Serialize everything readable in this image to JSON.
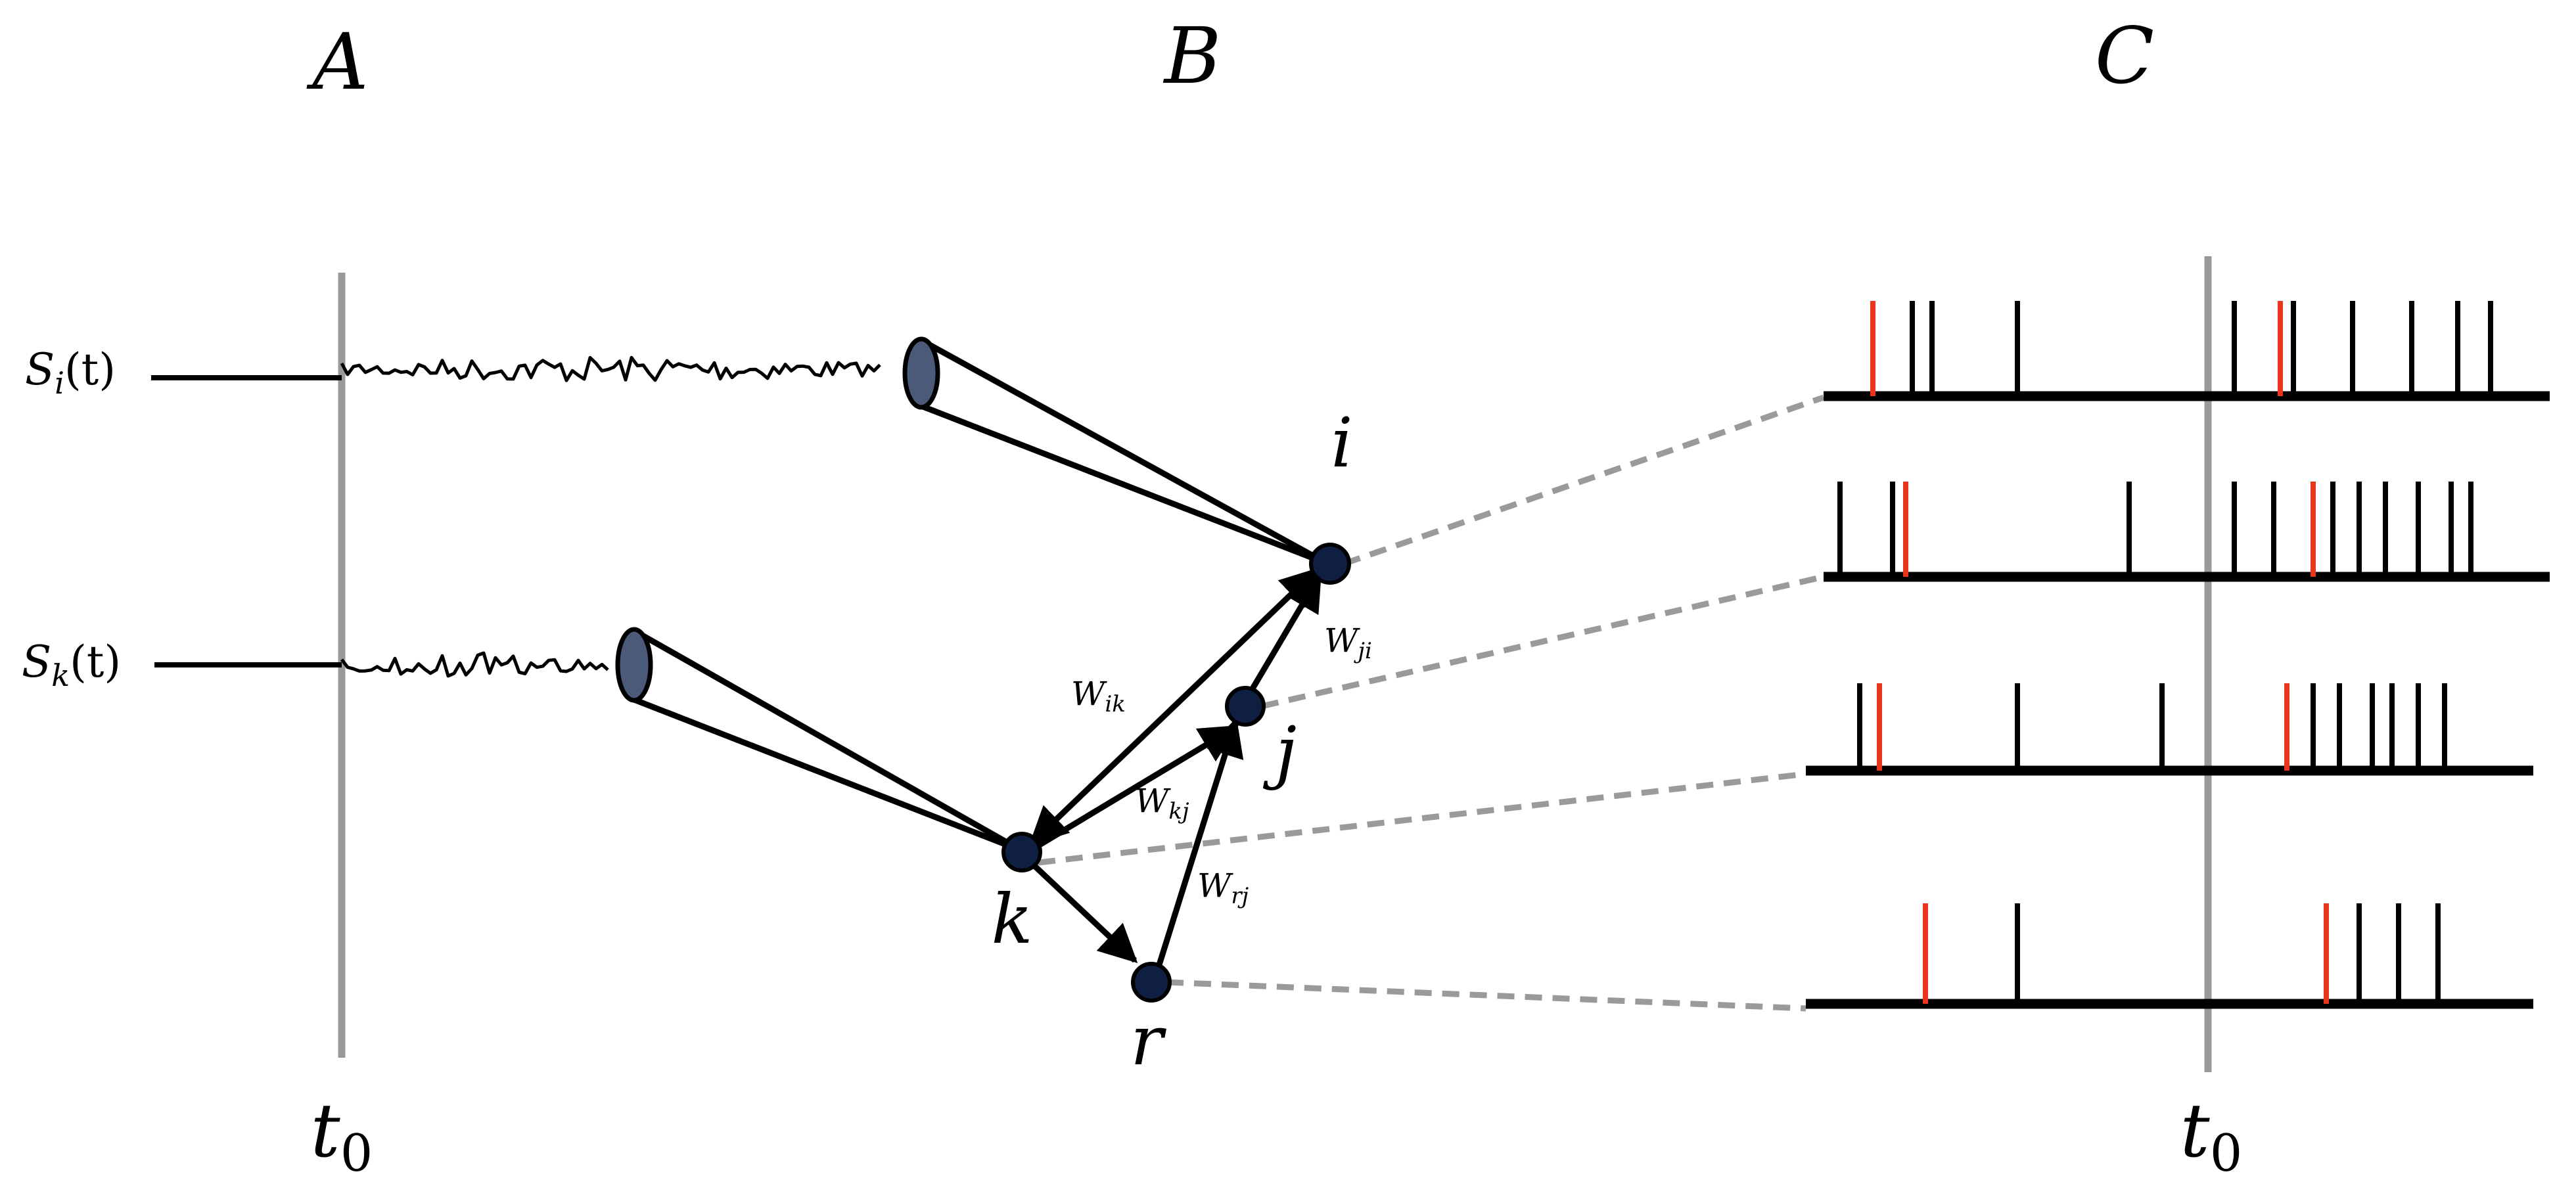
{
  "panels": {
    "a": "A",
    "b": "B",
    "c": "C"
  },
  "time_marker": {
    "symbol": "t",
    "subscript": "0"
  },
  "signals": [
    {
      "id": "i",
      "symbol": "S",
      "subscript": "i",
      "suffix": "(t)"
    },
    {
      "id": "k",
      "symbol": "S",
      "subscript": "k",
      "suffix": "(t)"
    }
  ],
  "nodes": [
    {
      "id": "i",
      "label": "i"
    },
    {
      "id": "j",
      "label": "j"
    },
    {
      "id": "k",
      "label": "k"
    },
    {
      "id": "r",
      "label": "r"
    }
  ],
  "edges": [
    {
      "from": "k",
      "to": "i",
      "symbol": "W",
      "subscript": "ik",
      "bidirectional": true
    },
    {
      "from": "j",
      "to": "i",
      "symbol": "W",
      "subscript": "ji",
      "bidirectional": false
    },
    {
      "from": "k",
      "to": "j",
      "symbol": "W",
      "subscript": "kj",
      "bidirectional": false
    },
    {
      "from": "r",
      "to": "j",
      "symbol": "W",
      "subscript": "rj",
      "bidirectional": false
    },
    {
      "from": "k",
      "to": "r",
      "symbol": "",
      "subscript": "",
      "bidirectional": false
    }
  ],
  "spike_trains": [
    {
      "node": "i",
      "black_spikes": [
        -0.45,
        -0.42,
        -0.29,
        0.04,
        0.13,
        0.22,
        0.31,
        0.38,
        0.43
      ],
      "red_spikes": [
        -0.51,
        0.11
      ]
    },
    {
      "node": "j",
      "black_spikes": [
        -0.56,
        -0.48,
        -0.12,
        0.04,
        0.1,
        0.16,
        0.19,
        0.23,
        0.27,
        0.32,
        0.37,
        0.4
      ],
      "red_spikes": [
        -0.46,
        0.16
      ]
    },
    {
      "node": "k",
      "black_spikes": [
        -0.53,
        -0.29,
        -0.07,
        0.16,
        0.2,
        0.25,
        0.28,
        0.32,
        0.36
      ],
      "red_spikes": [
        -0.5,
        0.12
      ]
    },
    {
      "node": "r",
      "black_spikes": [
        -0.29,
        0.23,
        0.29,
        0.35
      ],
      "red_spikes": [
        -0.43,
        0.18
      ]
    }
  ],
  "colors": {
    "node_fill": "#0f1f42",
    "cone_fill": "#4a5a78",
    "red_spike": "#e8351c",
    "time_line": "#9a9a9a",
    "dashed_link": "#9a9a9a",
    "ink": "#000000"
  }
}
